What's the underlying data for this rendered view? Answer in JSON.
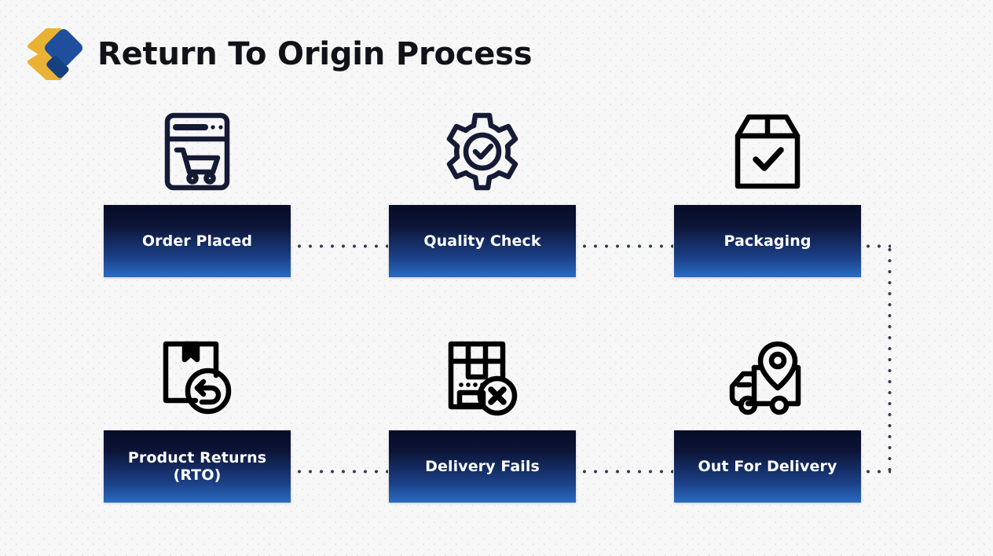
{
  "header": {
    "title": "Return To Origin Process",
    "logo_name": "brand-diamond-logo",
    "logo_colors": {
      "gold": "#eab234",
      "blue": "#1f4f9c",
      "blue_dark": "#123a77"
    }
  },
  "theme": {
    "background": "#f7f7f7",
    "chip_gradient_top": "#070c26",
    "chip_gradient_bottom": "#2a6cc0",
    "chip_text": "#ffffff",
    "icon_stroke": "#151a35",
    "connector_dot": "#3a3f52",
    "title_color": "#111118"
  },
  "flow": {
    "nodes": [
      {
        "id": "order-placed",
        "label": "Order Placed",
        "label_line2": "",
        "icon": "browser-cart-icon"
      },
      {
        "id": "quality-check",
        "label": "Quality Check",
        "label_line2": "",
        "icon": "gear-check-icon"
      },
      {
        "id": "packaging",
        "label": "Packaging",
        "label_line2": "",
        "icon": "box-check-icon"
      },
      {
        "id": "product-returns",
        "label": "Product Returns",
        "label_line2": "(RTO)",
        "icon": "box-return-arrow-icon"
      },
      {
        "id": "delivery-fails",
        "label": "Delivery Fails",
        "label_line2": "",
        "icon": "package-x-icon"
      },
      {
        "id": "out-for-delivery",
        "label": "Out For Delivery",
        "label_line2": "",
        "icon": "truck-location-pin-icon"
      }
    ],
    "connectors": [
      {
        "id": "order-placed-to-quality-check",
        "orientation": "horizontal"
      },
      {
        "id": "quality-check-to-packaging",
        "orientation": "horizontal"
      },
      {
        "id": "packaging-to-out-for-delivery-out",
        "orientation": "horizontal"
      },
      {
        "id": "packaging-to-out-for-delivery-down",
        "orientation": "vertical"
      },
      {
        "id": "packaging-to-out-for-delivery-in",
        "orientation": "horizontal"
      },
      {
        "id": "out-for-delivery-to-delivery-fails",
        "orientation": "horizontal"
      },
      {
        "id": "delivery-fails-to-product-returns",
        "orientation": "horizontal"
      }
    ]
  }
}
